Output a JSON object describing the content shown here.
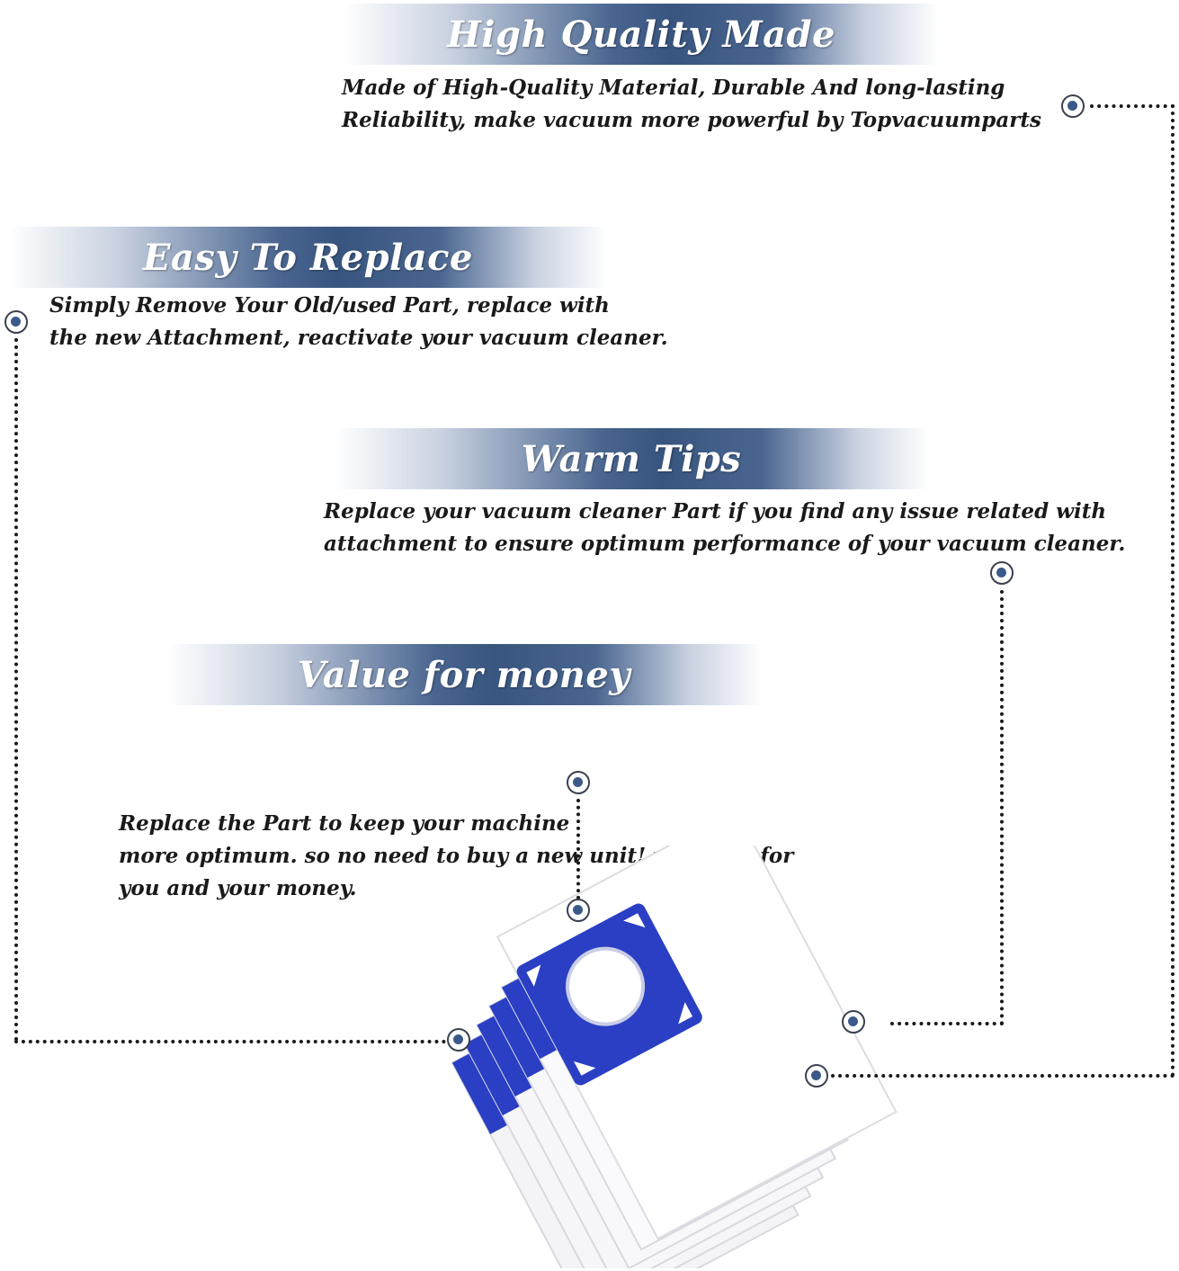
{
  "sections": [
    {
      "title": "High Quality Made",
      "lines": [
        "Made of  High-Quality Material, Durable And long-lasting",
        "Reliability, make vacuum more powerful by Topvacuumparts"
      ]
    },
    {
      "title": "Easy To Replace",
      "lines": [
        "Simply Remove Your Old/used Part, replace with",
        "the new Attachment, reactivate your vacuum cleaner."
      ]
    },
    {
      "title": "Warm Tips",
      "lines": [
        "Replace your vacuum cleaner Part if you find any issue related with",
        " attachment to ensure optimum performance of your vacuum cleaner."
      ]
    },
    {
      "title": "Value for money",
      "lines": [
        "Replace the Part to keep your machine",
        "more optimum. so no need to buy a new unit! we value for",
        "you and your money."
      ]
    }
  ],
  "colors": {
    "banner_blue": "#38557f",
    "dot_blue": "#3b5a89",
    "bag_blue": "#2a3fc4"
  },
  "product_image": "vacuum-bags-stack"
}
